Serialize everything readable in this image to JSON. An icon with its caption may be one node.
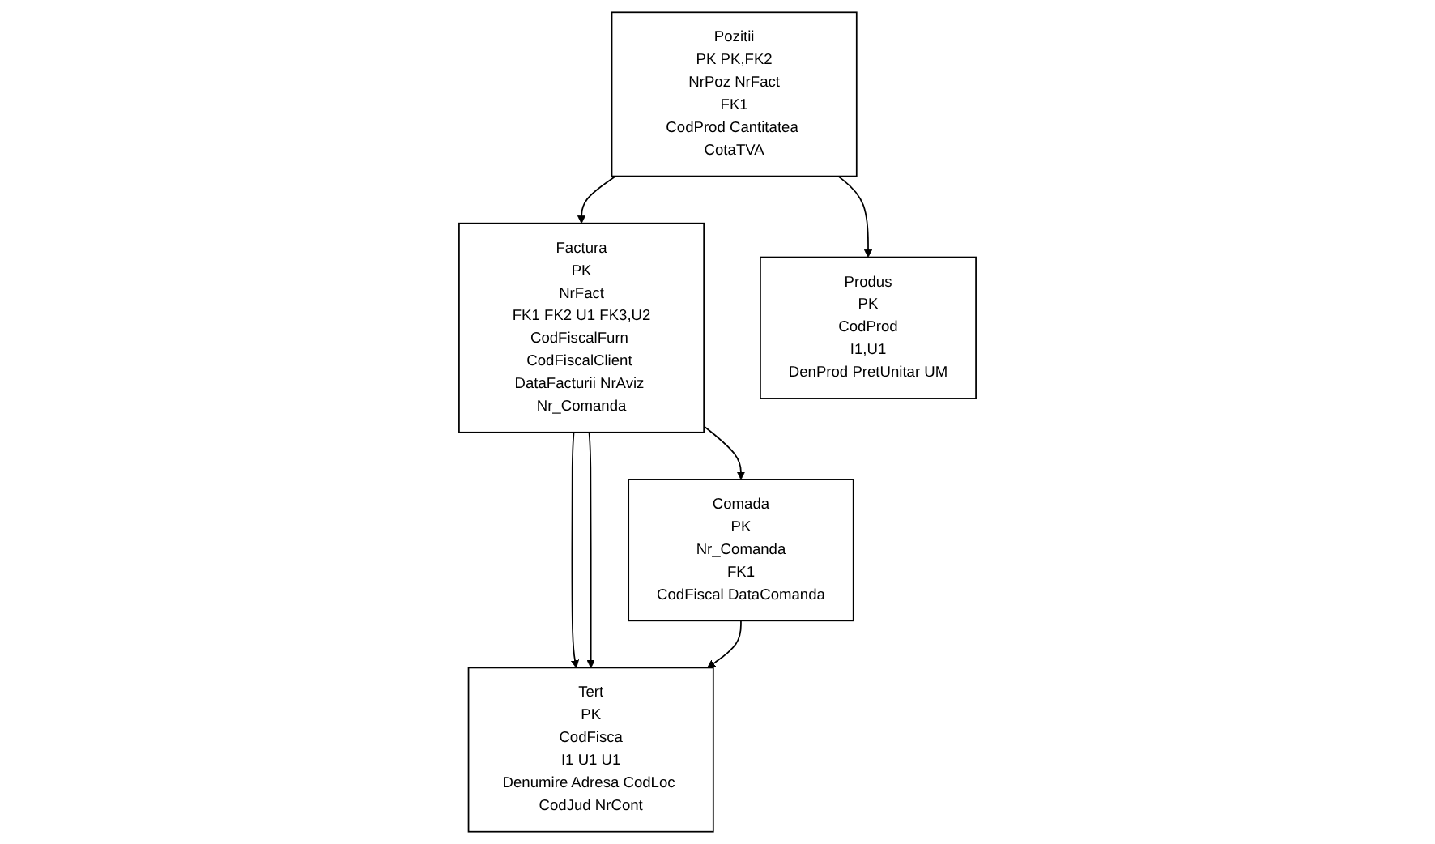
{
  "diagram": {
    "nodes": [
      {
        "text": [
          "Pozitii",
          "PK PK,FK2",
          "NrPoz NrFact",
          "FK1",
          "CodProd Cantitatea CotaTVA"
        ]
      },
      {
        "text": [
          "Factura",
          "PK",
          "NrFact",
          "FK1 FK2 U1 FK3,U2",
          "CodFiscalFurn CodFiscalClient DataFacturii NrAviz Nr_Comanda"
        ]
      },
      {
        "text": [
          "Produs",
          "PK",
          "CodProd",
          "I1,U1",
          "DenProd PretUnitar UM"
        ]
      },
      {
        "text": [
          "Comada",
          "PK",
          "Nr_Comanda",
          "FK1",
          "CodFiscal DataComanda"
        ]
      },
      {
        "text": [
          "Tert",
          "PK",
          "CodFisca",
          "I1 U1 U1",
          "Denumire Adresa CodLoc CodJud NrCont"
        ]
      }
    ],
    "edges": [
      {
        "from": 0,
        "to": 1,
        "arrow": "to"
      },
      {
        "from": 0,
        "to": 2,
        "arrow": "to"
      },
      {
        "from": 1,
        "to": 3,
        "arrow": "to"
      },
      {
        "from": 1,
        "to": 4,
        "arrow": "to"
      },
      {
        "from": 1,
        "to": 4,
        "arrow": "to"
      },
      {
        "from": 3,
        "to": 4,
        "arrow": "to"
      }
    ]
  }
}
